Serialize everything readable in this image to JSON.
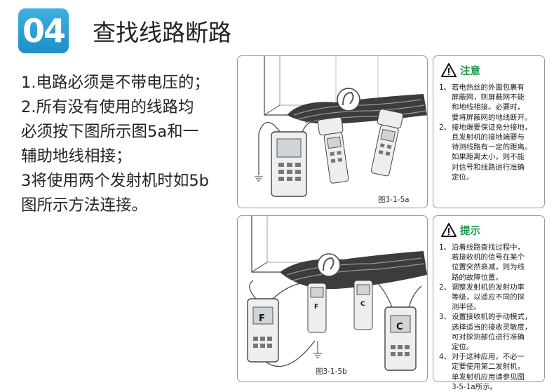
{
  "header": {
    "badge_number": "04",
    "title": "查找线路断路"
  },
  "body_lines": [
    "1.电路必须是不带电压的；",
    "2.所有没有使用的线路均",
    "必须按下图所示图5a和一",
    "辅助地线相接；",
    "3将使用两个发射机时如5b",
    "图所示方法连接。"
  ],
  "figures": {
    "fig1": {
      "caption": "图3-1-5a"
    },
    "fig2": {
      "caption": "图3-1-5b",
      "label_left": "F",
      "label_right": "C",
      "label_small_1": "F",
      "label_small_2": "C"
    }
  },
  "note1": {
    "title": "注意",
    "items": [
      {
        "num": "1、",
        "lines": [
          "若电热丝的外面包裹有",
          "屏蔽网，则屏蔽网不能",
          "和地线相接。必要时，",
          "要将屏蔽网的地线断开。"
        ]
      },
      {
        "num": "2、",
        "lines": [
          "接地端要保证充分接地，",
          "且发射机的接地端要与",
          "待测线路有一定的距离。",
          "如果距离太小，则不能",
          "对信号和线路进行准确",
          "定位。"
        ]
      }
    ]
  },
  "note2": {
    "title": "提示",
    "items": [
      {
        "num": "1、",
        "lines": [
          "沿着线路查找过程中，",
          "若接收机的信号在某个",
          "位置突然衰减，则为线",
          "路的故障位置。"
        ]
      },
      {
        "num": "2、",
        "lines": [
          "调整发射机的发射功率",
          "等级，以适应不同的探",
          "测半径。"
        ]
      },
      {
        "num": "3、",
        "lines": [
          "设置接收机的手动模式，",
          "选择适当的接收灵敏度，",
          "可对探测部位进行准确",
          "定位。"
        ]
      },
      {
        "num": "4、",
        "lines": [
          "对于这种应用，不必一",
          "定要使用第二发射机，",
          "单发射机应用请参见图",
          "3-5-1a所示。"
        ]
      }
    ]
  },
  "colors": {
    "badge": "#1c8fc8",
    "note_title": "#1a9a4a",
    "border": "#9a9a9a"
  }
}
